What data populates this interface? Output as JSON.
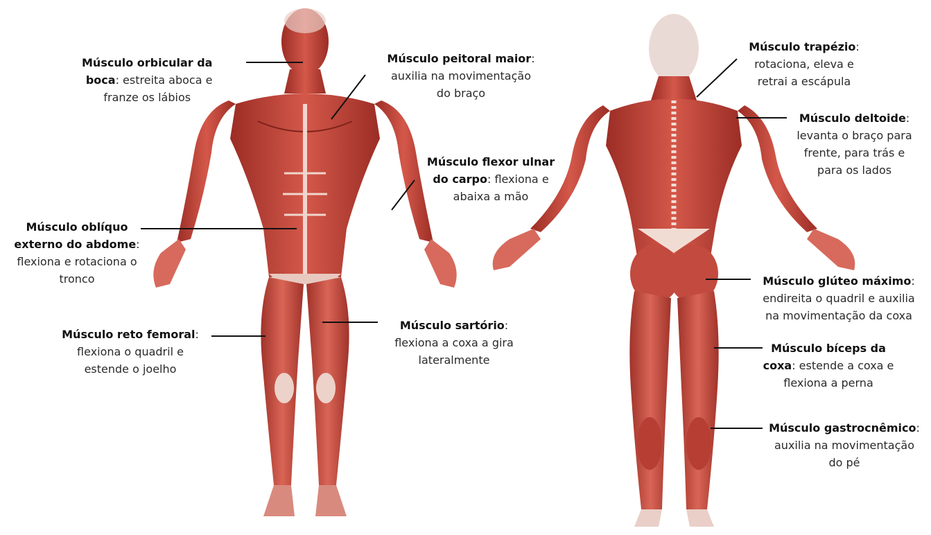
{
  "colors": {
    "muscle": "#c8463c",
    "muscle_dark": "#8e2620",
    "muscle_light": "#e07a6a",
    "tendon": "#f3dcd4",
    "text": "#2a2a2a",
    "leader": "#111111"
  },
  "labels": {
    "orbicular": {
      "name": "Músculo orbicular da",
      "name2": "boca",
      "desc1": ": estreita  aboca e",
      "desc2": "franze os lábios"
    },
    "peitoral": {
      "name": "Músculo peitoral maior",
      "colon": ":",
      "desc1": "auxilia na movimentação",
      "desc2": "do braço"
    },
    "flexor": {
      "name": "Músculo flexor ulnar",
      "name2": "do carpo",
      "desc1": ": flexiona e",
      "desc2": "abaixa a mão"
    },
    "obliquo": {
      "name": "Músculo oblíquo",
      "name2": "externo do abdome",
      "colon": ":",
      "desc1": "flexiona e rotaciona o",
      "desc2": "tronco"
    },
    "reto": {
      "name": "Músculo reto femoral",
      "colon": ":",
      "desc1": "flexiona o quadril e",
      "desc2": "estende o joelho"
    },
    "sartorio": {
      "name": "Músculo sartório",
      "colon": ":",
      "desc1": "flexiona a coxa a gira",
      "desc2": "lateralmente"
    },
    "trapezio": {
      "name": "Músculo trapézio",
      "colon": ":",
      "desc1": "rotaciona, eleva e",
      "desc2": "retrai a escápula"
    },
    "deltoide": {
      "name": "Músculo deltoide",
      "colon": ":",
      "desc1": "levanta o braço para",
      "desc2": "frente, para trás e",
      "desc3": "para os lados"
    },
    "gluteo": {
      "name": "Músculo glúteo máximo",
      "colon": ":",
      "desc1": "endireita o quadril e auxilia",
      "desc2": "na movimentação da coxa"
    },
    "biceps": {
      "name": "Músculo bíceps da",
      "name2": "coxa",
      "desc1": ": estende a coxa e",
      "desc2": "flexiona a perna"
    },
    "gastro": {
      "name": "Músculo gastrocnêmico",
      "colon": ":",
      "desc1": "auxilia na movimentação",
      "desc2": "do pé"
    }
  }
}
